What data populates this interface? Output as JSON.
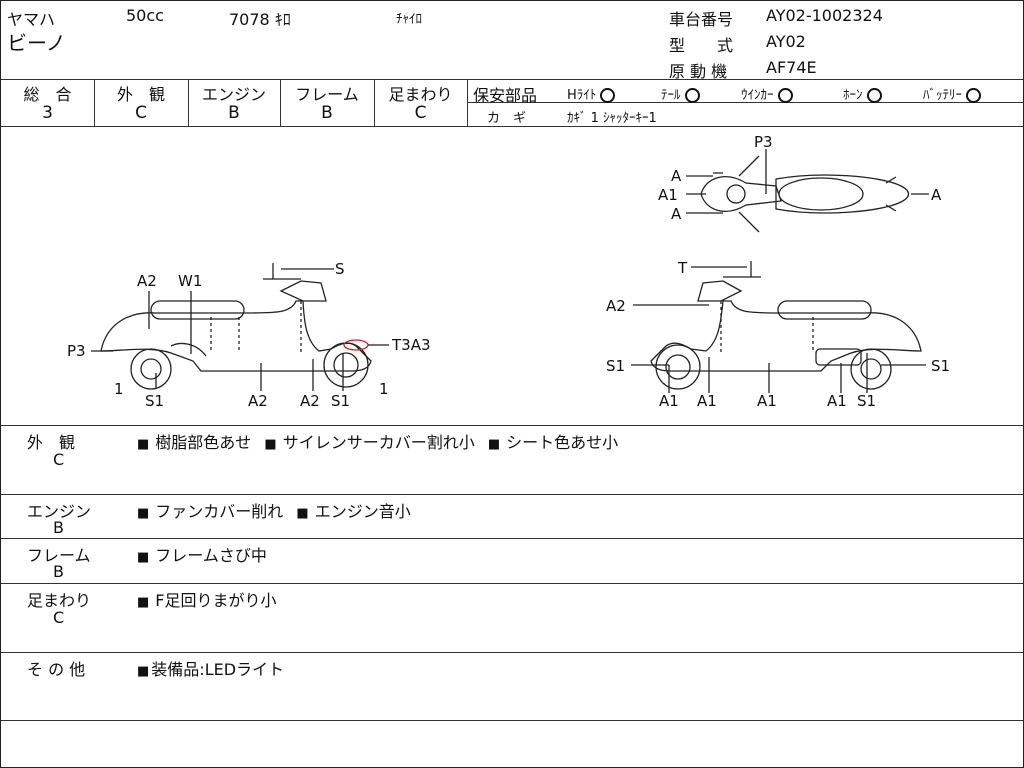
{
  "header": {
    "maker": "ヤマハ",
    "displacement": "50cc",
    "mileage": "7078 ｷﾛ",
    "color": "ﾁｬｲﾛ",
    "model_name": "ビーノ",
    "frame_no_label": "車台番号",
    "frame_no": "AY02-1002324",
    "type_label": "型　　式",
    "type": "AY02",
    "engine_label": "原 動 機",
    "engine": "AF74E"
  },
  "grades": {
    "overall_label": "総　合",
    "overall": "3",
    "exterior_label": "外　観",
    "exterior": "C",
    "engine_label": "エンジン",
    "engine": "B",
    "frame_label": "フレーム",
    "frame": "B",
    "suspension_label": "足まわり",
    "suspension": "C"
  },
  "safety": {
    "label": "保安部品",
    "items": [
      "Hﾗｲﾄ",
      "ﾃｰﾙ",
      "ｳｲﾝｶｰ",
      "ﾎｰﾝ",
      "ﾊﾞｯﾃﾘｰ"
    ],
    "key_label": "カ　ギ",
    "key_value": "ｶｷﾞ 1 ｼｬｯﾀｰｷｰ1"
  },
  "diagram_labels": {
    "P3": "P3",
    "A": "A",
    "A1": "A1",
    "A2": "A2",
    "W1": "W1",
    "S": "S",
    "S1": "S1",
    "T": "T",
    "T3A3": "T3A3",
    "one": "1"
  },
  "remarks": [
    {
      "cat": "外　観",
      "grade": "C",
      "items": [
        "樹脂部色あせ",
        "サイレンサーカバー割れ小",
        "シート色あせ小"
      ]
    },
    {
      "cat": "エンジン",
      "grade": "B",
      "items": [
        "ファンカバー削れ",
        "エンジン音小"
      ]
    },
    {
      "cat": "フレーム",
      "grade": "B",
      "items": [
        "フレームさび中"
      ]
    },
    {
      "cat": "足まわり",
      "grade": "C",
      "items": [
        "F足回りまがり小"
      ]
    },
    {
      "cat": "そ の 他",
      "grade": "",
      "items": [
        "装備品:LEDライト"
      ]
    }
  ],
  "colors": {
    "line": "#333333",
    "text": "#111111",
    "mark": "#cc2222"
  }
}
